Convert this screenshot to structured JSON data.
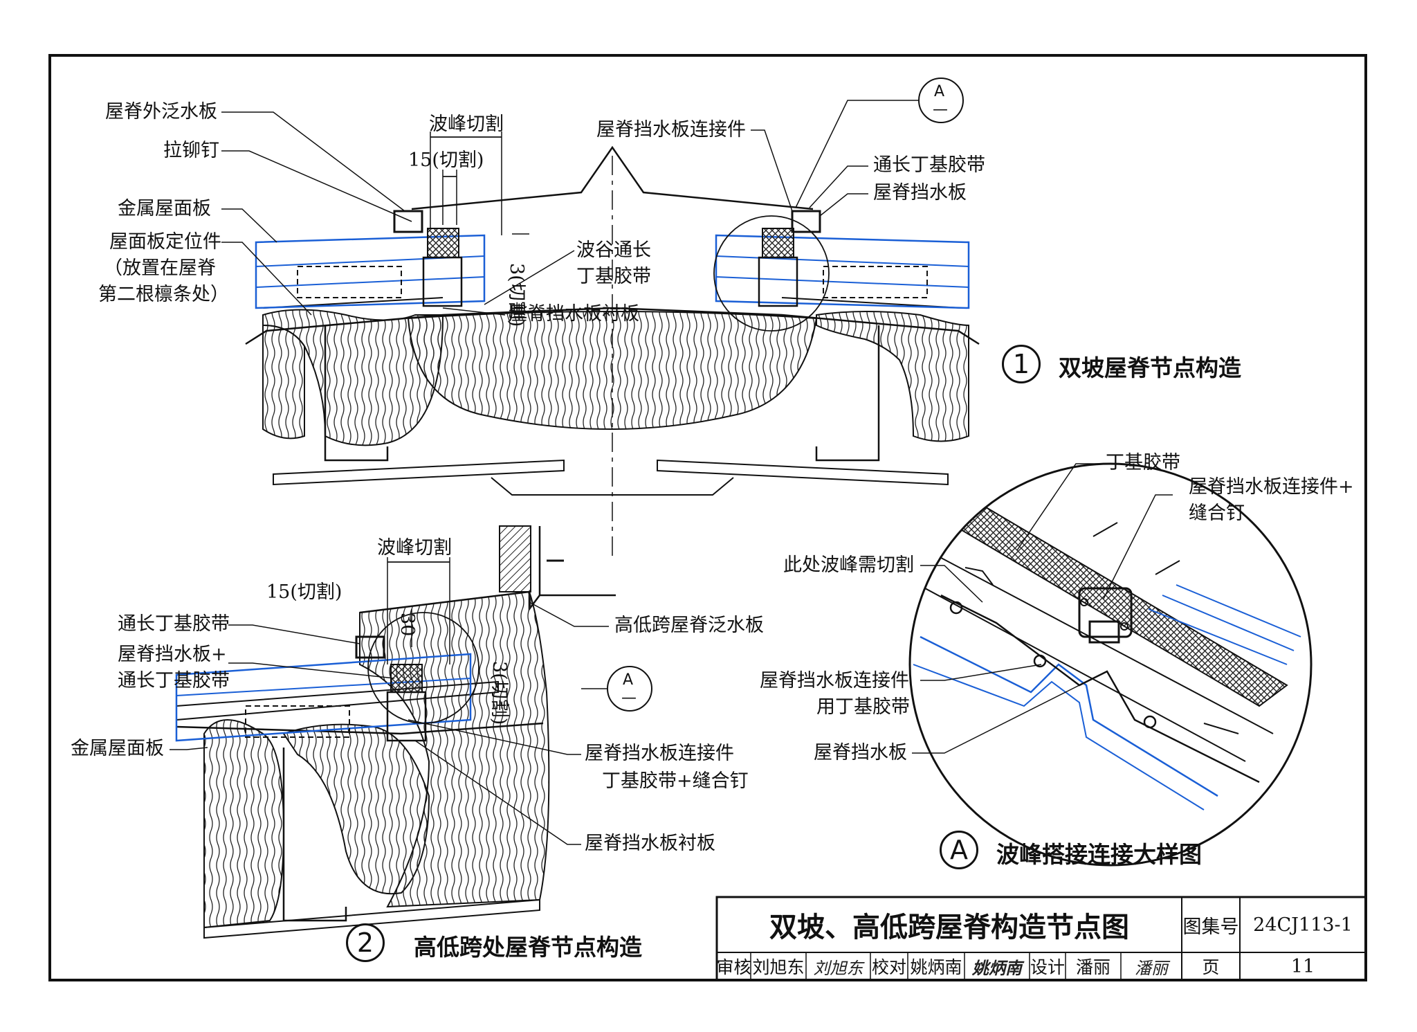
{
  "detail1": {
    "number": "1",
    "title": "双坡屋脊节点构造",
    "labels": {
      "outer_flashing": "屋脊外泛水板",
      "rivet": "拉铆钉",
      "metal_panel": "金属屋面板",
      "panel_locator_l1": "屋面板定位件",
      "panel_locator_l2": "（放置在屋脊",
      "panel_locator_l3": "第二根檩条处）",
      "crest_cut": "波峰切割",
      "cut_15": "15(切割)",
      "cut_3": "3(切割)",
      "valley_tape_l1": "波谷通长",
      "valley_tape_l2": "丁基胶带",
      "closure_liner": "屋脊挡水板衬板",
      "closure_connector": "屋脊挡水板连接件",
      "full_tape": "通长丁基胶带",
      "closure_plate": "屋脊挡水板",
      "ref_top": "A",
      "ref_bottom": "—"
    }
  },
  "detail2": {
    "number": "2",
    "title": "高低跨处屋脊节点构造",
    "labels": {
      "crest_cut": "波峰切割",
      "cut_15": "15(切割)",
      "dim_30": "30",
      "cut_3": "3(切割)",
      "full_tape": "通长丁基胶带",
      "closure_tape_l1": "屋脊挡水板+",
      "closure_tape_l2": "通长丁基胶带",
      "metal_panel": "金属屋面板",
      "high_low_flashing": "高低跨屋脊泛水板",
      "connector_l1": "屋脊挡水板连接件",
      "connector_l2": "丁基胶带+缝合钉",
      "closure_liner": "屋脊挡水板衬板",
      "ref_top": "A",
      "ref_bottom": "—"
    }
  },
  "detailA": {
    "letter": "A",
    "title": "波峰搭接连接大样图",
    "labels": {
      "butyl_tape": "丁基胶带",
      "connector_stitch_l1": "屋脊挡水板连接件+",
      "connector_stitch_l2": "缝合钉",
      "crest_cut_here": "此处波峰需切割",
      "connector_tape_l1": "屋脊挡水板连接件",
      "connector_tape_l2": "用丁基胶带",
      "closure_plate": "屋脊挡水板"
    }
  },
  "title_block": {
    "drawing_title": "双坡、高低跨屋脊构造节点图",
    "atlas_label": "图集号",
    "atlas_no": "24CJ113-1",
    "review_label": "审核",
    "reviewer": "刘旭东",
    "reviewer_sig": "刘旭东",
    "check_label": "校对",
    "checker": "姚炳南",
    "checker_sig": "姚炳南",
    "design_label": "设计",
    "designer": "潘丽",
    "designer_sig": "潘丽",
    "page_label": "页",
    "page_no": "11"
  },
  "colors": {
    "line": "#111111",
    "panel_blue": "#1a5fd6",
    "background": "#ffffff"
  }
}
